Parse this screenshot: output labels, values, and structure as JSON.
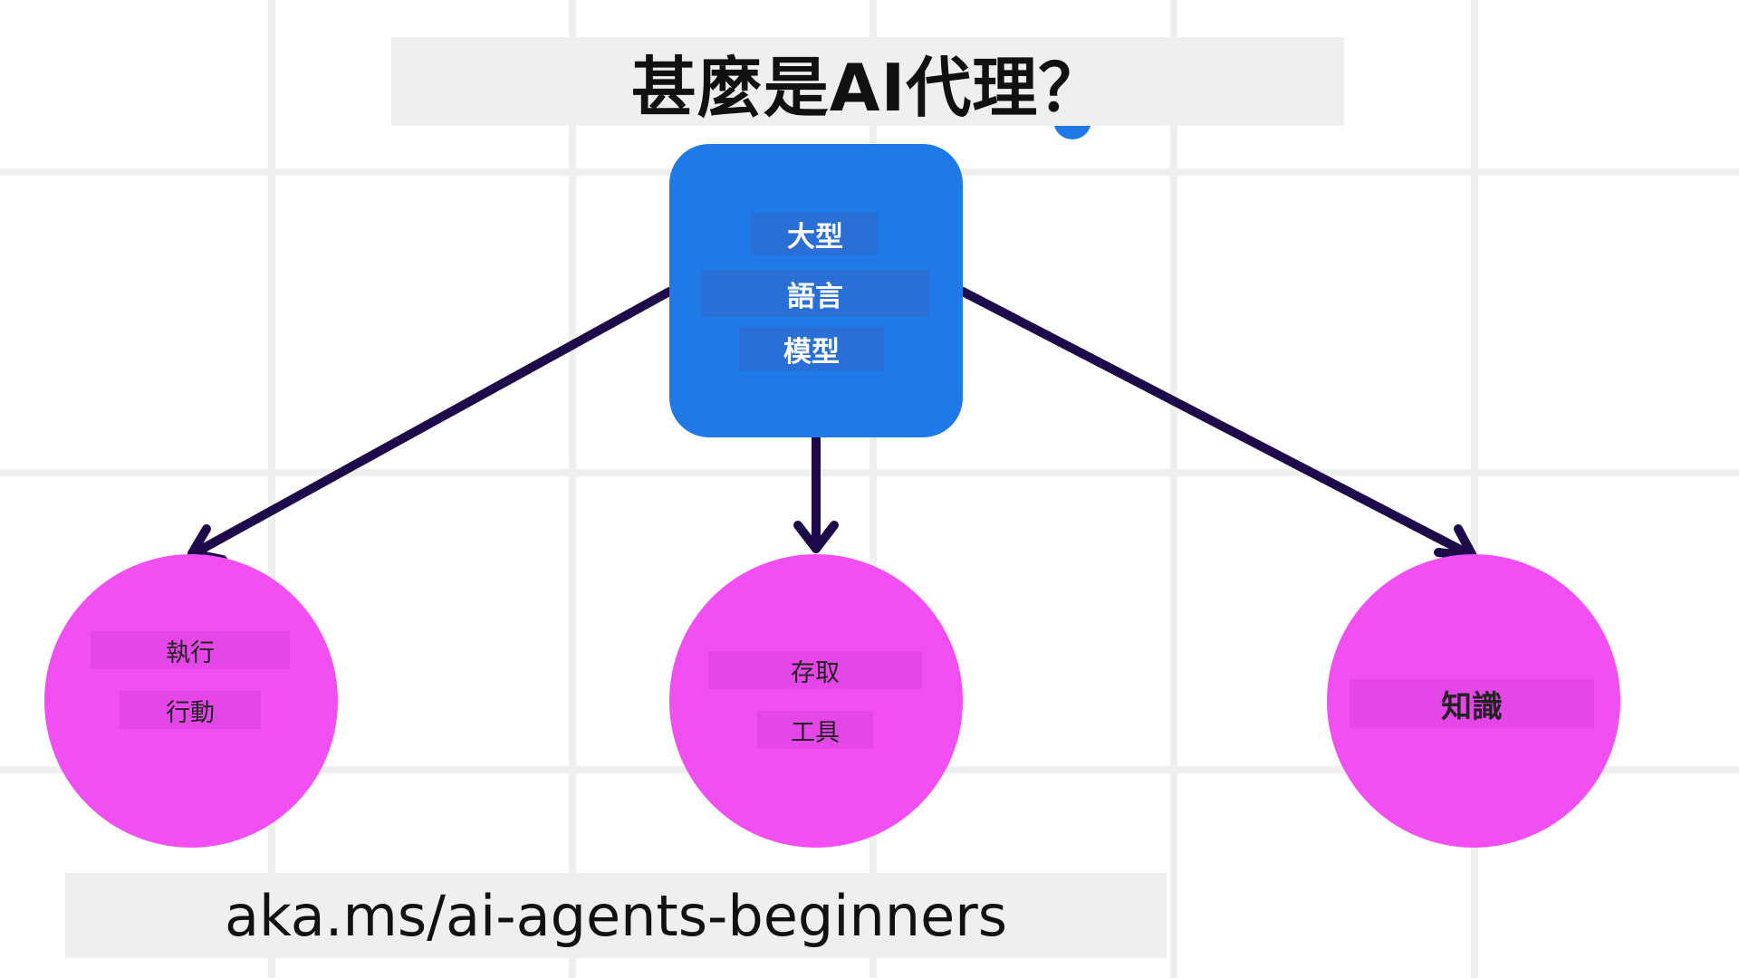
{
  "title": "甚麼是AI代理？",
  "center_node": {
    "lines": [
      "大型",
      "語言",
      "模型"
    ]
  },
  "nodes": {
    "left": {
      "lines": [
        "執行",
        "行動"
      ]
    },
    "middle": {
      "lines": [
        "存取",
        "工具"
      ]
    },
    "right": {
      "lines": [
        "知識"
      ]
    }
  },
  "url": "aka.ms/ai-agents-beginners",
  "colors": {
    "center_node": "#1f7ae8",
    "leaf_node": "#f24ff2",
    "arrow": "#1e0a4a",
    "banner": "#efefef",
    "grid": "#efefef"
  }
}
